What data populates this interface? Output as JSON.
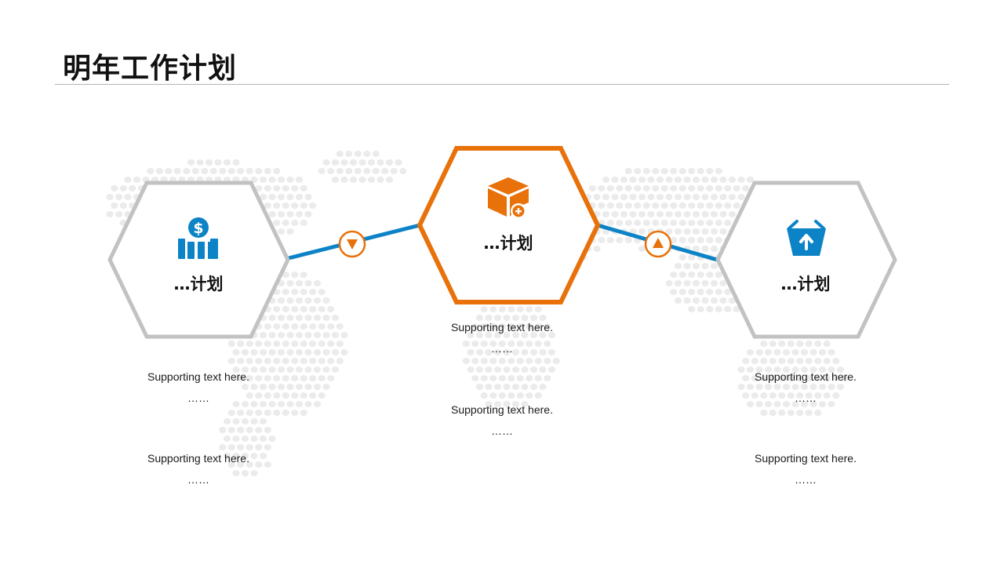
{
  "header": {
    "title": "明年工作计划"
  },
  "colors": {
    "accent_orange": "#E8710A",
    "accent_blue": "#0D83C7",
    "hex_gray": "#C2C2C2",
    "map_dots": "#EBEBEB"
  },
  "steps": [
    {
      "label": "…计划",
      "icon": "money-bars-icon",
      "notes": [
        {
          "text": "Supporting  text here.",
          "dots": "……"
        },
        {
          "text": "Supporting  text here.",
          "dots": "……"
        }
      ]
    },
    {
      "label": "…计划",
      "icon": "box-add-icon",
      "notes": [
        {
          "text": "Supporting  text here.",
          "dots": "……"
        },
        {
          "text": "Supporting  text here.",
          "dots": "……"
        }
      ]
    },
    {
      "label": "…计划",
      "icon": "basket-upload-icon",
      "notes": [
        {
          "text": "Supporting  text here.",
          "dots": "……"
        },
        {
          "text": "Supporting  text here.",
          "dots": "……"
        }
      ]
    }
  ],
  "connectors": [
    {
      "direction": "down",
      "icon": "triangle-down-icon"
    },
    {
      "direction": "up",
      "icon": "triangle-up-icon"
    }
  ]
}
